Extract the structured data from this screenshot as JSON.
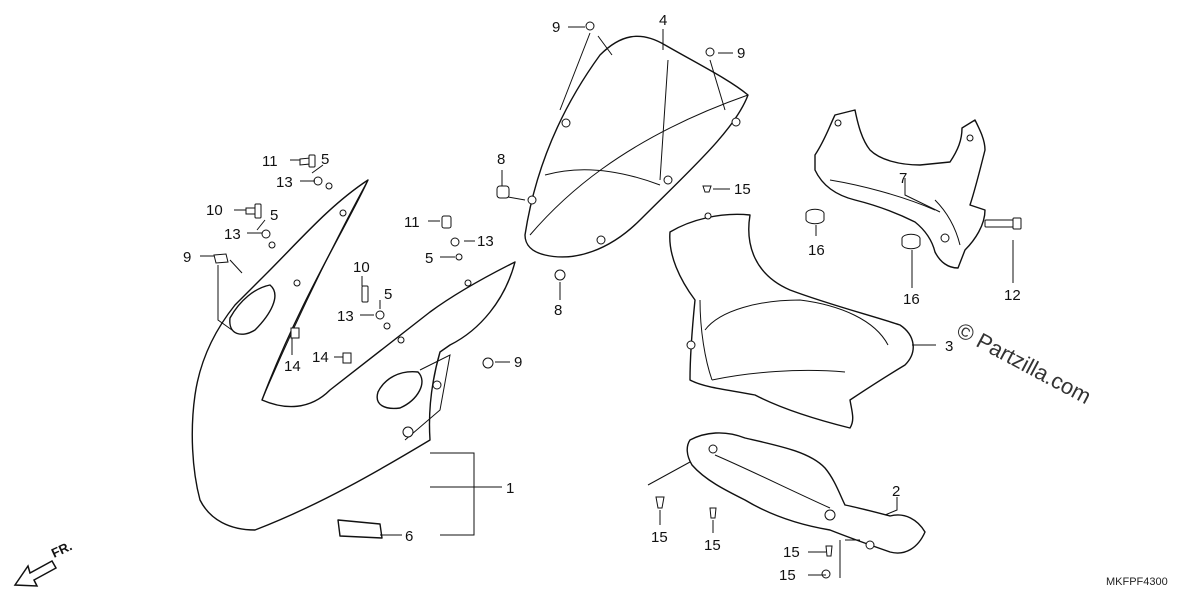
{
  "diagram": {
    "part_numbers": {
      "p1": "1",
      "p2": "2",
      "p3": "3",
      "p4": "4",
      "p5": "5",
      "p6": "6",
      "p7": "7",
      "p8": "8",
      "p9": "9",
      "p10": "10",
      "p11": "11",
      "p12": "12",
      "p13": "13",
      "p14": "14",
      "p15": "15",
      "p16": "16"
    },
    "direction_label": "FR.",
    "watermark": "© Partzilla.com",
    "diagram_code": "MKFPF4300"
  }
}
